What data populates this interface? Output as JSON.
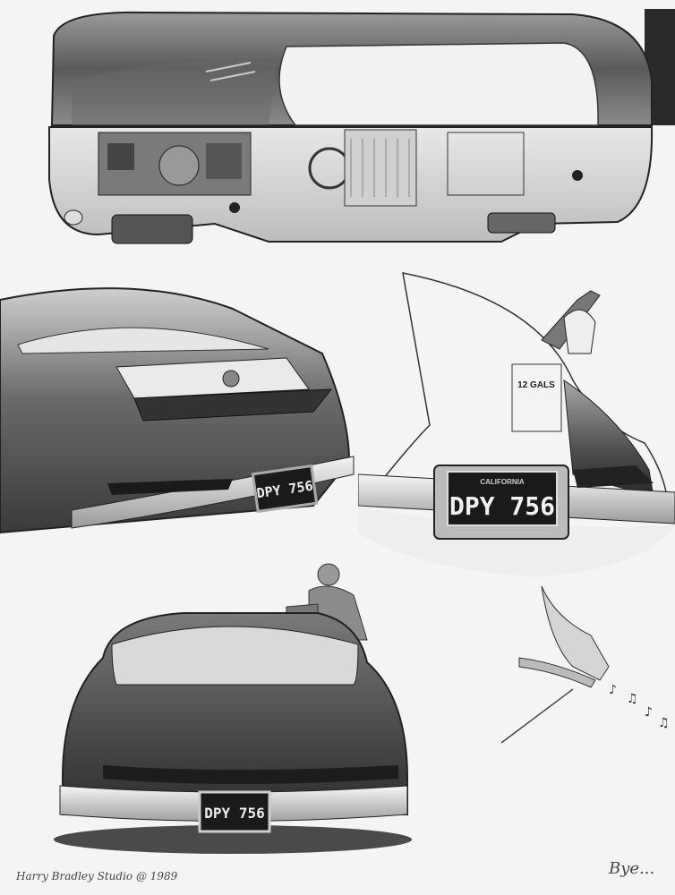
{
  "plate": {
    "main_text": "DPY 756",
    "state_text": "CALIFORNIA"
  },
  "fuel_tag": {
    "text": "12 GALS"
  },
  "signature": {
    "artist": "Harry Bradley Studio @ 1989",
    "closing": "Bye..."
  },
  "colors": {
    "paper": "#f4f4f2",
    "ink": "#1a1a1a",
    "body_gray": "#6d6d6d",
    "chrome": "#d8d8d8"
  }
}
